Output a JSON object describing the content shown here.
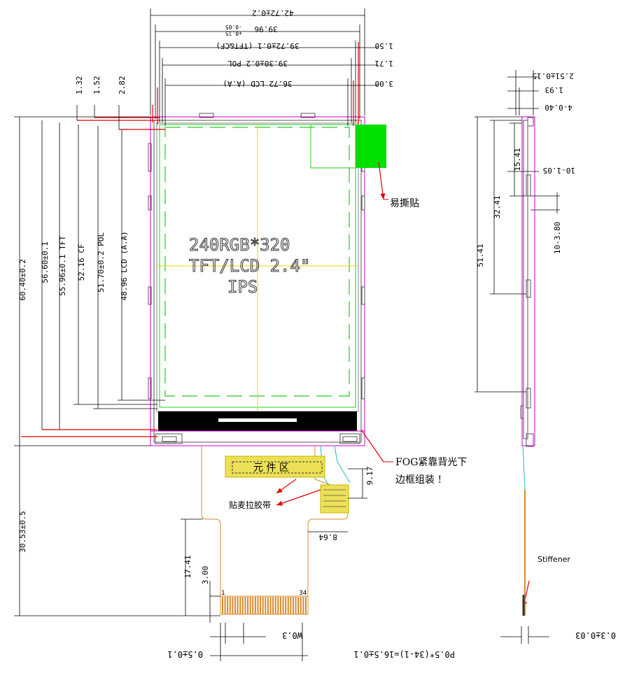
{
  "top_dims": {
    "d1": "42.72±0.2",
    "d2": "39.96",
    "d2_tol_up": "+0.15",
    "d2_tol_dn": "-0.05",
    "d3": "39.72±0.1 (TFT&CF)",
    "d3_right": "1.50",
    "d4": "39.30±0.2 POL",
    "d4_right": "1.71",
    "d5": "36.72 LCD (A.A)",
    "d5_right": "3.00"
  },
  "top_small": {
    "a": "1.32",
    "b": "1.52",
    "c": "2.82"
  },
  "left_dims": {
    "h1": "60.40±0.2",
    "h2": "56.60±0.1",
    "h3": "55.96±0.1 TFT",
    "h4": "52.16 CF",
    "h5": "51.70±0.2 POL",
    "h6": "48.96 LCD (A.A)",
    "h7": "30.53±0.5",
    "h8": "17.41",
    "h9": "3.00"
  },
  "screen_text": {
    "line1": "240RGB*320",
    "line2": "TFT/LCD 2.4\"",
    "line3": "IPS"
  },
  "annotations": {
    "tear_tape": "易撕贴",
    "fog_line1": "FOG紧靠背光下",
    "fog_line2": "边框组装 !",
    "component_zone": "元 件 区",
    "mylar_tape": "贴麦拉胶带",
    "stiffener": "Stiffener"
  },
  "fpc_dims": {
    "d917": "9.17",
    "d864": "8.64",
    "pin1": "1",
    "pin34": "34",
    "w": "W0.3",
    "pitch": "P0.5*(34-1)=16.5±0.1",
    "edge": "0.5±0.1"
  },
  "side_dims": {
    "t1": "2.51±0.15",
    "t2": "1.93",
    "t3": "4-0.40",
    "t4": "15.41",
    "t5": "10-1.05",
    "t6": "32.41",
    "t7": "10-3.80",
    "t8": "51.41",
    "t9": "0.3±0.03"
  },
  "colors": {
    "red": "#e00000",
    "green": "#22cc22",
    "yellow": "#e6d800",
    "magenta": "#cc00cc",
    "orange": "#d98a2b",
    "cyan": "#22bbbb",
    "tape_green": "#00e000"
  }
}
